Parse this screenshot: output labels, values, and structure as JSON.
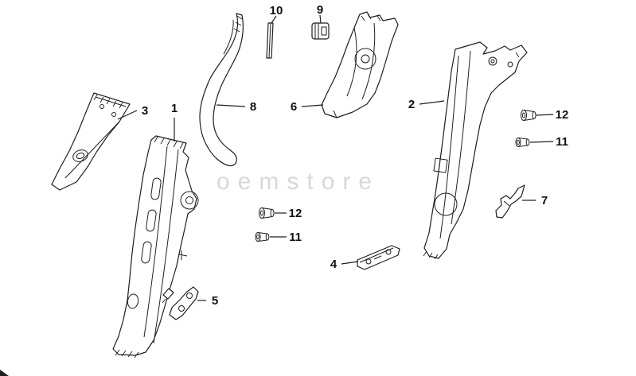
{
  "diagram": {
    "watermark": "oemstore",
    "colors": {
      "background": "#ffffff",
      "line": "#1f1f1f",
      "watermark": "#c8c8c8"
    },
    "callouts": [
      {
        "label": "10"
      },
      {
        "label": "9"
      },
      {
        "label": "3"
      },
      {
        "label": "1"
      },
      {
        "label": "8"
      },
      {
        "label": "6"
      },
      {
        "label": "2"
      },
      {
        "label": "12"
      },
      {
        "label": "11"
      },
      {
        "label": "7"
      },
      {
        "label": "12"
      },
      {
        "label": "11"
      },
      {
        "label": "4"
      },
      {
        "label": "5"
      }
    ]
  }
}
